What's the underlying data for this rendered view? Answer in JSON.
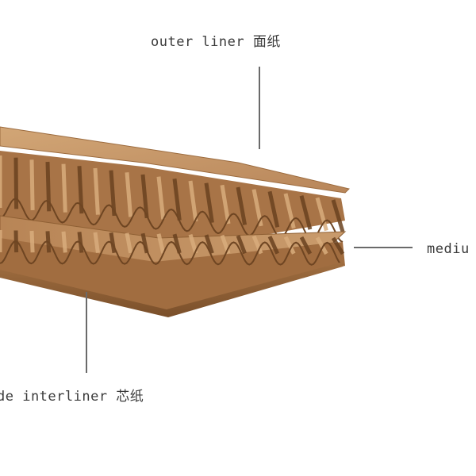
{
  "labels": {
    "outer_liner": "outer liner 面纸",
    "medium": "mediu",
    "inside_interliner": "de interliner 芯纸"
  },
  "colors": {
    "board_light": "#c89a6c",
    "board_mid": "#b07c4c",
    "board_dark": "#7a4f2a",
    "flute_shadow": "#5e3b1d",
    "leader_line": "#6a6a6a"
  }
}
